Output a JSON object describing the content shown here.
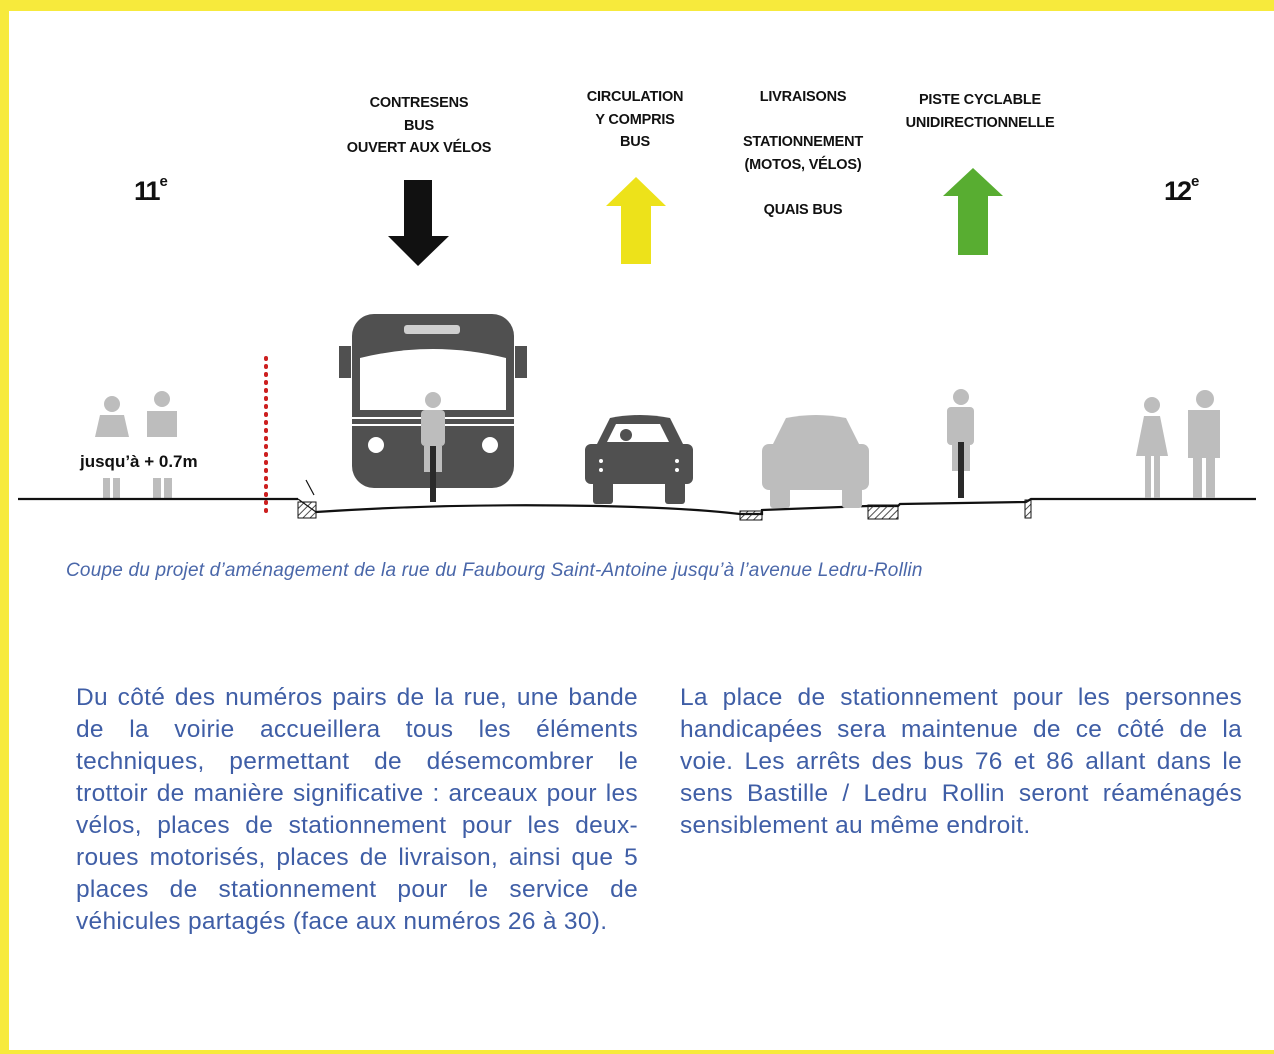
{
  "lanes": {
    "contresens": "CONTRESENS\nBUS\nOUVERT AUX VÉLOS",
    "circulation": "CIRCULATION\nY COMPRIS\nBUS",
    "livraisons": "LIVRAISONS\n\nSTATIONNEMENT\n(MOTOS, VÉLOS)\n\nQUAIS BUS",
    "piste": "PISTE CYCLABLE\nUNIDIRECTIONNELLE"
  },
  "districts": {
    "left": {
      "num": "11",
      "suffix": "e"
    },
    "right": {
      "num": "12",
      "suffix": "e"
    }
  },
  "height_note": "jusqu’à + 0.7m",
  "caption": "Coupe du projet d’aménagement de la rue du Faubourg Saint-Antoine jusqu’à l’avenue Ledru-Rollin",
  "paragraphs": {
    "left": "Du côté des numéros pairs de la rue, une bande de la voirie accueillera tous les éléments techniques, permettant de désemcombrer le trottoir de manière significative : arceaux pour les vélos, places de stationnement pour les deux-roues motorisés, places de livraison, ainsi que 5 places de stationnement pour le service de véhicules partagés (face aux numéros 26 à 30).",
    "right": "La place de stationnement pour les personnes handicapées sera maintenue de ce côté de la voie. Les arrêts des bus 76 et 86 allant dans le sens Bastille / Ledru Rollin seront réaménagés sensiblement au même endroit."
  },
  "colors": {
    "frame": "#f7ea3c",
    "arrow_bus_lane": "#111111",
    "arrow_traffic": "#ede21a",
    "arrow_bike": "#58ad31",
    "figure_gray": "#bdbdbd",
    "vehicle_dark": "#505050",
    "text_blue": "#3f5ea6",
    "separator_red": "#cc1f1f"
  },
  "icons": [
    "arrow-down-icon",
    "arrow-up-icon",
    "bus-icon",
    "car-icon",
    "cyclist-icon",
    "pedestrian-icon"
  ]
}
